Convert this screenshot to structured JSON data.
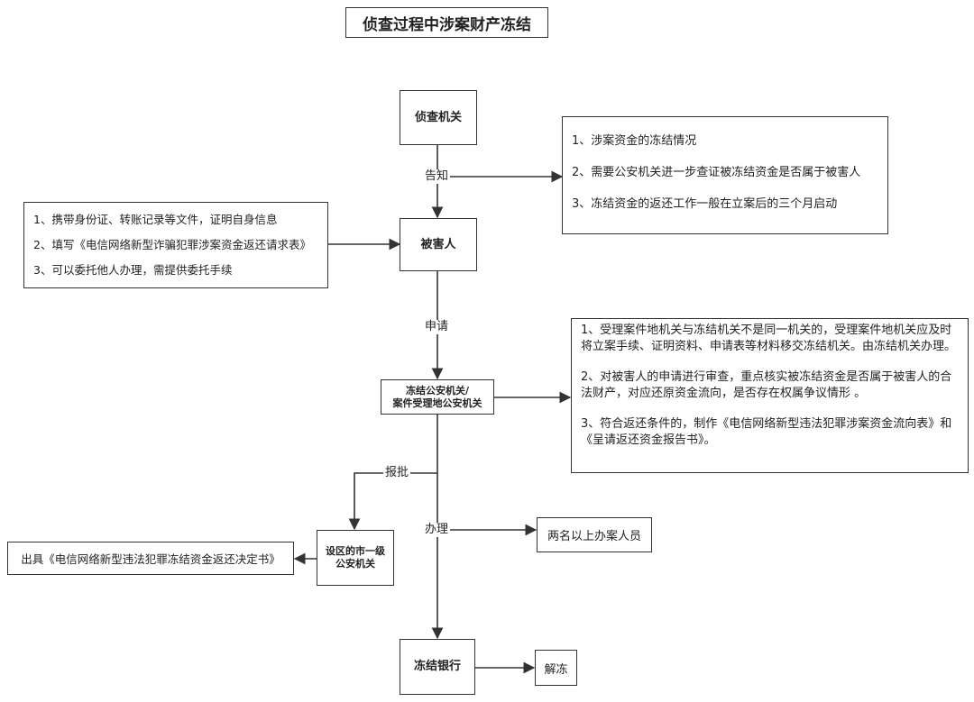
{
  "title": "侦查过程中涉案财产冻结",
  "nodes": {
    "investigation": "侦查机关",
    "victim": "被害人",
    "freeze_police_line1": "冻结公安机关/",
    "freeze_police_line2": "案件受理地公安机关",
    "city_police_line1": "设区的市一级",
    "city_police_line2": "公安机关",
    "freeze_bank": "冻结银行"
  },
  "edge_labels": {
    "notify": "告知",
    "apply": "申请",
    "report": "报批",
    "handle": "办理"
  },
  "notes": {
    "notify_info": [
      "1、涉案资金的冻结情况",
      "2、需要公安机关进一步查证被冻结资金是否属于被害人",
      "3、冻结资金的返还工作一般在立案后的三个月启动"
    ],
    "victim_requirements": [
      "1、携带身份证、转账记录等文件，证明自身信息",
      "2、填写《电信网络新型诈骗犯罪涉案资金返还请求表》",
      "3、可以委托他人办理，需提供委托手续"
    ],
    "police_process": [
      "1、受理案件地机关与冻结机关不是同一机关的，受理案件地机关应及时将立案手续、证明资料、申请表等材料移交冻结机关。由冻结机关办理。",
      "2、对被害人的申请进行审查，重点核实被冻结资金是否属于被害人的合法财产，对应还原资金流向，是否存在权属争议情形 。",
      "3、符合返还条件的，制作《电信网络新型违法犯罪涉案资金流向表》和《呈请返还资金报告书》。"
    ],
    "decision": "出具《电信网络新型违法犯罪冻结资金返还决定书》",
    "staff": "两名以上办案人员",
    "unfreeze": "解冻"
  },
  "colors": {
    "line": "#333333",
    "border": "#333333"
  }
}
